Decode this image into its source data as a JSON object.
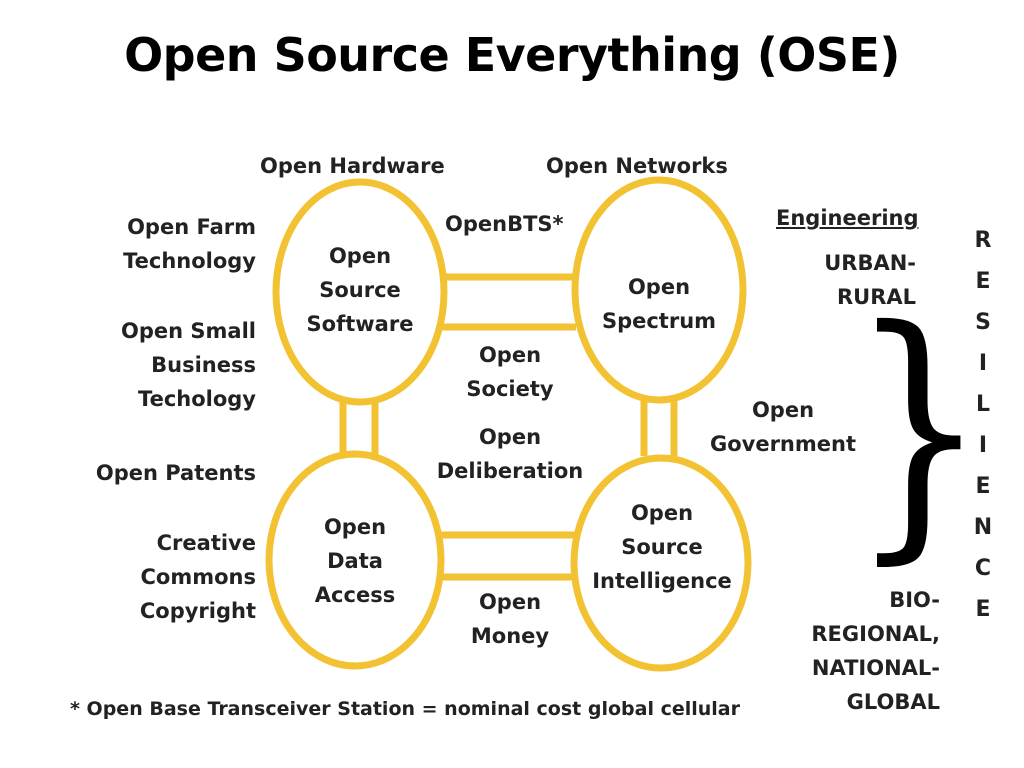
{
  "title": "Open Source Everything (OSE)",
  "colors": {
    "ring": "#f2c233",
    "text": "#222222"
  },
  "circles": {
    "software": [
      "Open",
      "Source",
      "Software"
    ],
    "spectrum": [
      "Open",
      "Spectrum"
    ],
    "data": [
      "Open",
      "Data",
      "Access"
    ],
    "intelligence": [
      "Open",
      "Source",
      "Intelligence"
    ]
  },
  "left_labels": {
    "farm": [
      "Open Farm",
      "Technology"
    ],
    "small_business": [
      "Open Small",
      "Business",
      "Techology"
    ],
    "patents": "Open Patents",
    "creative": [
      "Creative",
      "Commons",
      "Copyright"
    ]
  },
  "top_labels": {
    "hardware": "Open Hardware",
    "networks": "Open Networks",
    "openbts": "OpenBTS*"
  },
  "middle_labels": {
    "society": [
      "Open",
      "Society"
    ],
    "deliberation": [
      "Open",
      "Deliberation"
    ],
    "money": [
      "Open",
      "Money"
    ],
    "government": [
      "Open",
      "Government"
    ]
  },
  "right_labels": {
    "engineering": "Engineering",
    "urban_rural": [
      "URBAN-",
      "RURAL"
    ],
    "bio": [
      "BIO-",
      "REGIONAL,",
      "NATIONAL-",
      "GLOBAL"
    ]
  },
  "brace": "}",
  "resilience": [
    "R",
    "E",
    "S",
    "I",
    "L",
    "I",
    "E",
    "N",
    "C",
    "E"
  ],
  "footnote": "* Open Base Transceiver Station = nominal cost global cellular"
}
